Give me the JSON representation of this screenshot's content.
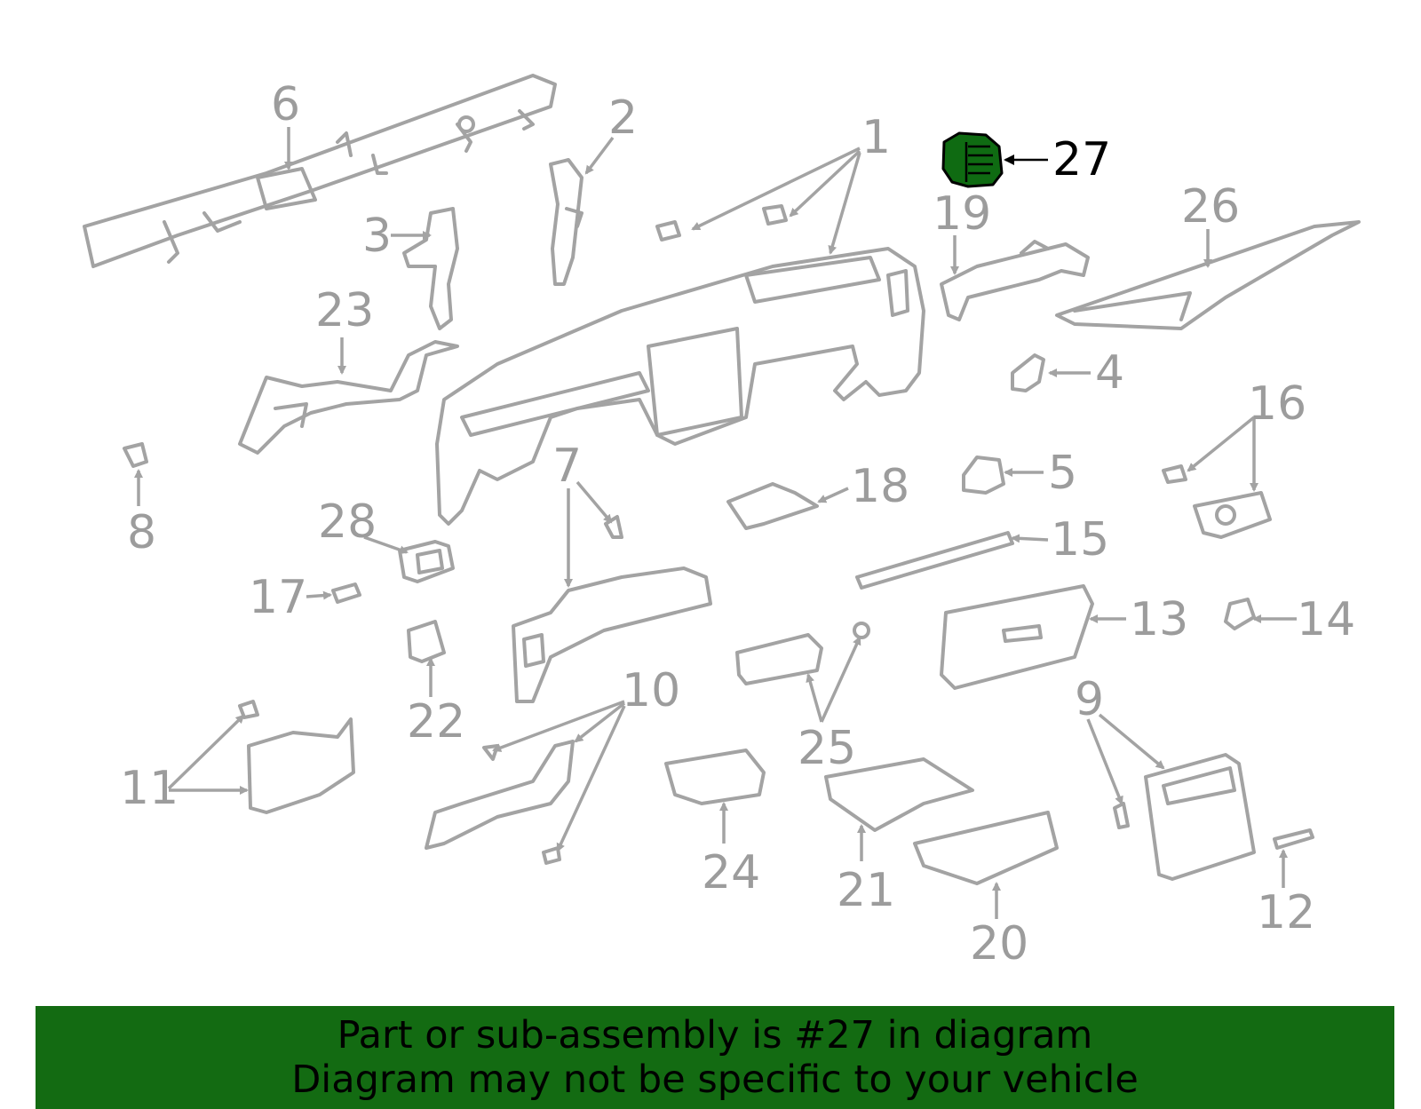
{
  "highlight_color": "#136b12",
  "highlighted_part": "27",
  "callouts": {
    "n1": "1",
    "n2": "2",
    "n3": "3",
    "n4": "4",
    "n5": "5",
    "n6": "6",
    "n7": "7",
    "n8": "8",
    "n9": "9",
    "n10": "10",
    "n11": "11",
    "n12": "12",
    "n13": "13",
    "n14": "14",
    "n15": "15",
    "n16": "16",
    "n17": "17",
    "n18": "18",
    "n19": "19",
    "n20": "20",
    "n21": "21",
    "n22": "22",
    "n23": "23",
    "n24": "24",
    "n25": "25",
    "n26": "26",
    "n27": "27",
    "n28": "28"
  },
  "banner": {
    "line1": "Part or sub-assembly is #27 in diagram",
    "line2": "Diagram may not be specific to your vehicle"
  }
}
